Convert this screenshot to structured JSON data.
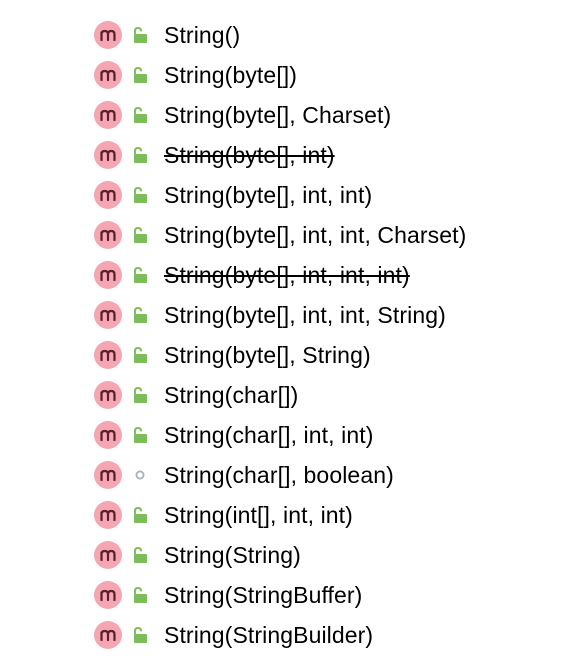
{
  "colors": {
    "method_badge_bg": "#f4a7b2",
    "method_badge_letter": "#5a1f2a",
    "public_lock": "#7cbd5a",
    "package_private_dot": "#a7b0b8"
  },
  "constructors": [
    {
      "label": "String()",
      "kind_icon": "method-icon",
      "access_icon": "public-lock-icon",
      "deprecated": false
    },
    {
      "label": "String(byte[])",
      "kind_icon": "method-icon",
      "access_icon": "public-lock-icon",
      "deprecated": false
    },
    {
      "label": "String(byte[], Charset)",
      "kind_icon": "method-icon",
      "access_icon": "public-lock-icon",
      "deprecated": false
    },
    {
      "label": "String(byte[], int)",
      "kind_icon": "method-icon",
      "access_icon": "public-lock-icon",
      "deprecated": true
    },
    {
      "label": "String(byte[], int, int)",
      "kind_icon": "method-icon",
      "access_icon": "public-lock-icon",
      "deprecated": false
    },
    {
      "label": "String(byte[], int, int, Charset)",
      "kind_icon": "method-icon",
      "access_icon": "public-lock-icon",
      "deprecated": false
    },
    {
      "label": "String(byte[], int, int, int)",
      "kind_icon": "method-icon",
      "access_icon": "public-lock-icon",
      "deprecated": true
    },
    {
      "label": "String(byte[], int, int, String)",
      "kind_icon": "method-icon",
      "access_icon": "public-lock-icon",
      "deprecated": false
    },
    {
      "label": "String(byte[], String)",
      "kind_icon": "method-icon",
      "access_icon": "public-lock-icon",
      "deprecated": false
    },
    {
      "label": "String(char[])",
      "kind_icon": "method-icon",
      "access_icon": "public-lock-icon",
      "deprecated": false
    },
    {
      "label": "String(char[], int, int)",
      "kind_icon": "method-icon",
      "access_icon": "public-lock-icon",
      "deprecated": false
    },
    {
      "label": "String(char[], boolean)",
      "kind_icon": "method-icon",
      "access_icon": "package-private-icon",
      "deprecated": false
    },
    {
      "label": "String(int[], int, int)",
      "kind_icon": "method-icon",
      "access_icon": "public-lock-icon",
      "deprecated": false
    },
    {
      "label": "String(String)",
      "kind_icon": "method-icon",
      "access_icon": "public-lock-icon",
      "deprecated": false
    },
    {
      "label": "String(StringBuffer)",
      "kind_icon": "method-icon",
      "access_icon": "public-lock-icon",
      "deprecated": false
    },
    {
      "label": "String(StringBuilder)",
      "kind_icon": "method-icon",
      "access_icon": "public-lock-icon",
      "deprecated": false
    }
  ]
}
